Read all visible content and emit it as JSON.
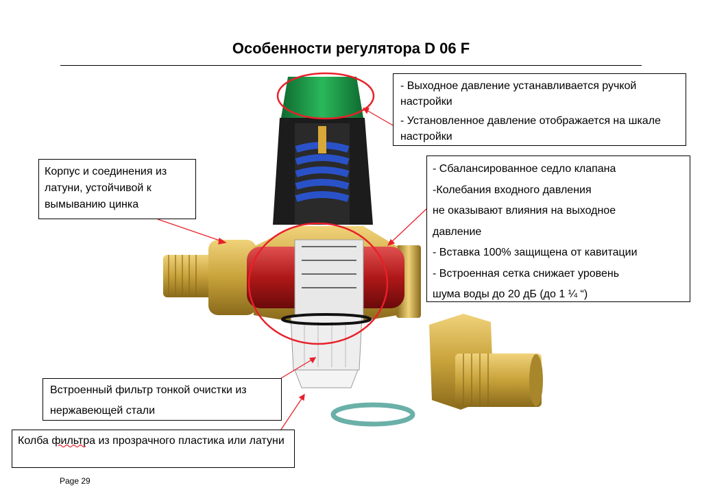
{
  "title": "Особенности регулятора D 06 F",
  "callouts": {
    "setting": [
      "- Выходное давление устанавливается ручкой настройки",
      "- Установленное давление отображается на шкале настройки"
    ],
    "body": "Корпус и соединения из латуни, устойчивой к вымыванию цинка",
    "seat": [
      "- Сбалансированное седло клапана",
      "-Колебания входного давления",
      "не оказывают влияния на выходное",
      "давление",
      "- Вставка 100% защищена от кавитации",
      "- Встроенная сетка снижает уровень",
      "шума воды до 20 дБ (до 1 ¼ “)"
    ],
    "filter": "Встроенный фильтр тонкой очистки из нержавеющей стали",
    "bowl": "Колба фильтра из прозрачного пластика или латуни"
  },
  "footer": {
    "page": "Page 29"
  },
  "colors": {
    "accent_red": "#e8202a",
    "knob_green": "#1a9a4a",
    "spring_blue": "#2a52c8",
    "brass": "#c8a23a",
    "body_red": "#b01818"
  }
}
